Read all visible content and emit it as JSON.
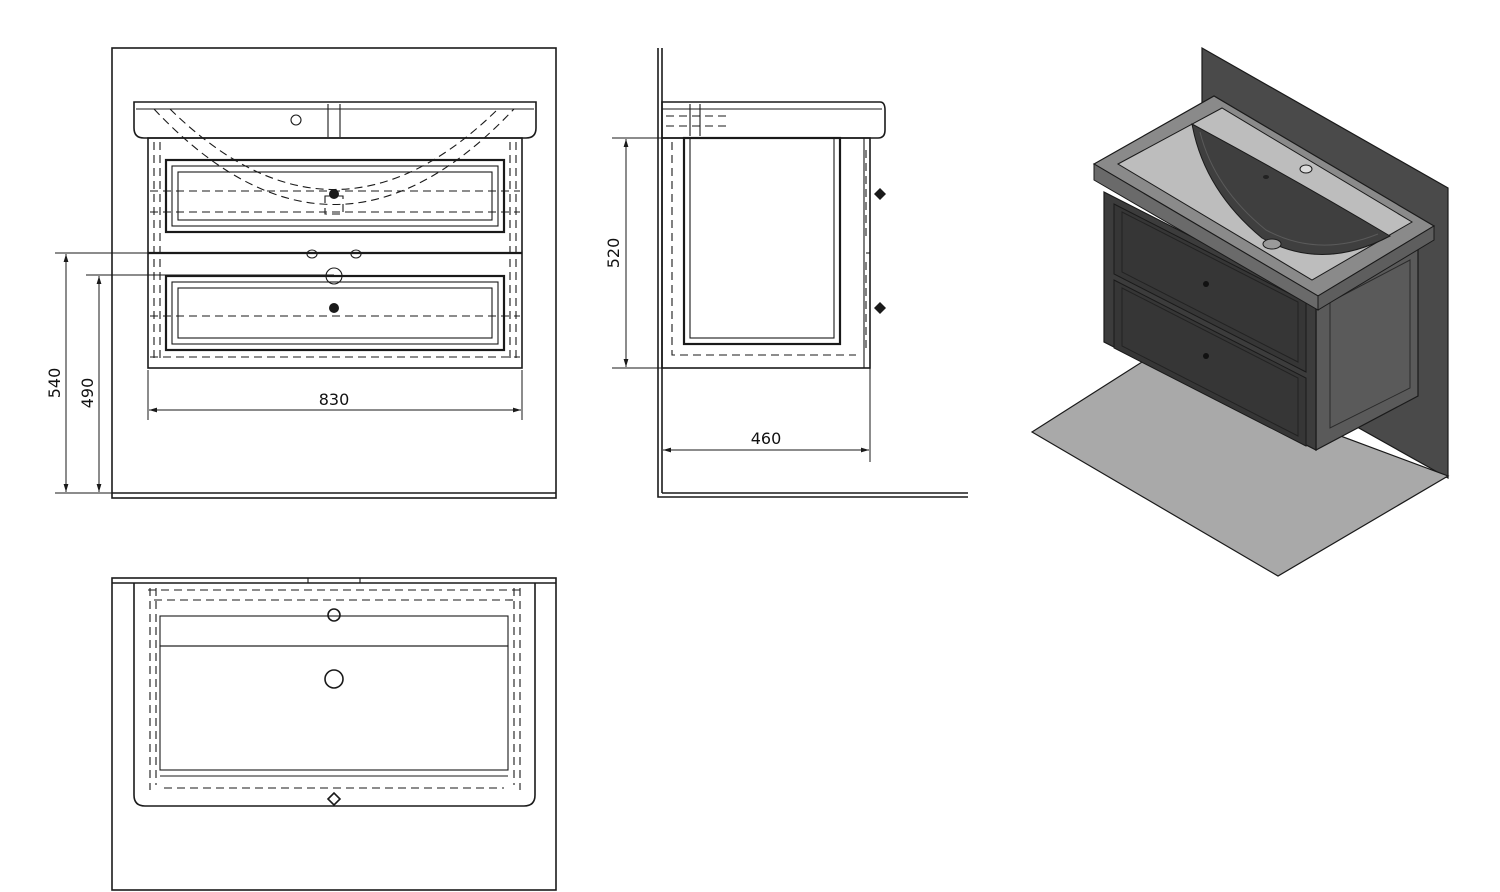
{
  "dimensions": {
    "width": "830",
    "depth": "460",
    "cabinet_height": "520",
    "mount_540": "540",
    "mount_490": "490"
  },
  "colors": {
    "line": "#1a1a1a",
    "wall": "#4a4a4a",
    "floor": "#a9a9a9",
    "cabinet_dark": "#3c3c3c",
    "cabinet_mid": "#5a5a5a",
    "basin_light": "#bdbdbd"
  }
}
